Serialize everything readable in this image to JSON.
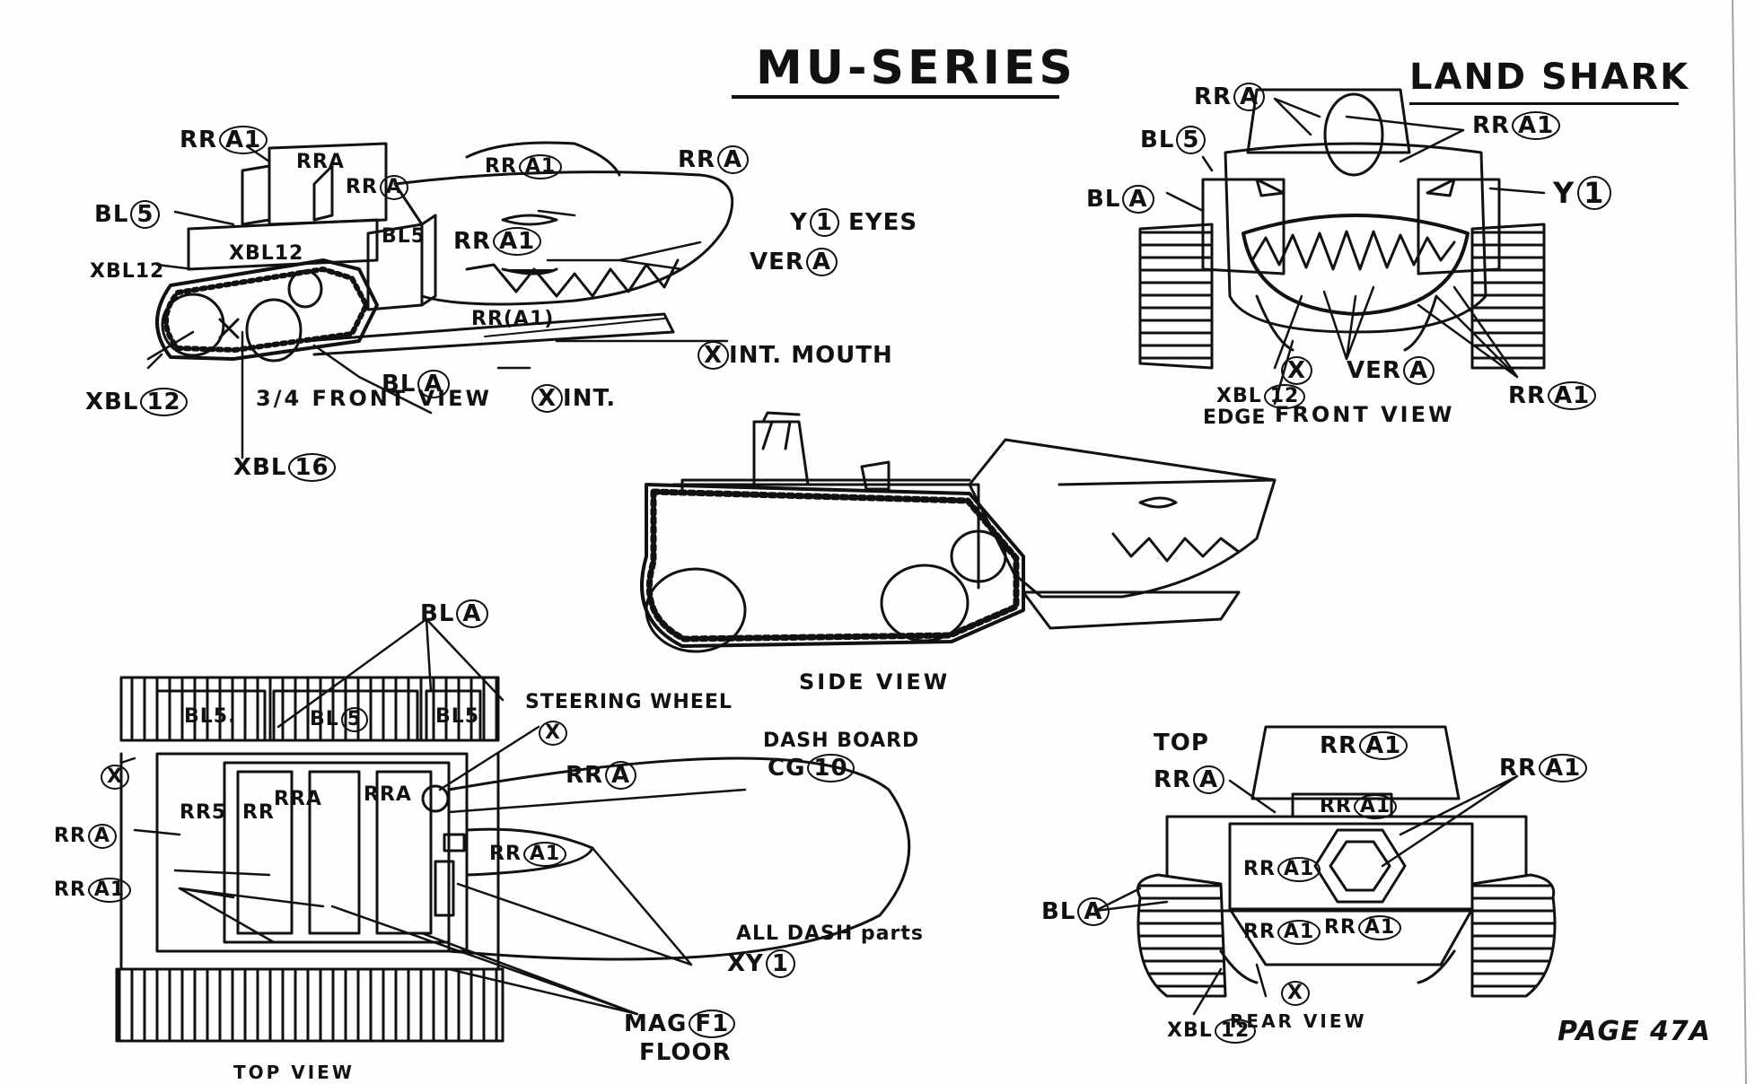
{
  "title": "MU-SERIES",
  "subtitle": "LAND SHARK",
  "page": "PAGE 47A",
  "views": {
    "three_quarter": "3/4 FRONT VIEW",
    "front": "FRONT VIEW",
    "side": "SIDE VIEW",
    "top": "TOP VIEW",
    "rear": "REAR VIEW"
  },
  "three_quarter_labels": {
    "rr_a1_top": "RR",
    "rr_a1_top_code": "A1",
    "rra_left": "RRA",
    "rr_a1_mid": "RR",
    "rr_a1_mid_code": "A1",
    "rr_a_right": "RR",
    "rr_a_right_code": "A",
    "rr_a_small": "RR",
    "rr_a_small_code": "A",
    "bl5": "BL",
    "bl5_code": "5",
    "xbl12_top": "XBL12",
    "xbl12_inner": "XBL12",
    "bl5_inner": "BL5",
    "rr_a1_body": "RR",
    "rr_a1_body_code": "A1",
    "y1eyes": "Y",
    "y1eyes_code": "1",
    "y1eyes_text": "EYES",
    "ver_a": "VER",
    "ver_a_code": "A",
    "rra1_lower": "RR(A1)",
    "x_int_mouth": "INT. MOUTH",
    "x_int_mouth_code": "X",
    "bl_a": "BL",
    "bl_a_code": "A",
    "x_int": "INT.",
    "x_int_code": "X",
    "xbl12_bottom": "XBL",
    "xbl12_bottom_code": "12",
    "xbl16": "XBL",
    "xbl16_code": "16"
  },
  "front_labels": {
    "rr_a": "RR",
    "rr_a_code": "A",
    "rr_a1": "RR",
    "rr_a1_code": "A1",
    "bl5": "BL",
    "bl5_code": "5",
    "bl_a": "BL",
    "bl_a_code": "A",
    "y1": "Y",
    "y1_code": "1",
    "x": "X",
    "ver_a": "VER",
    "ver_a_code": "A",
    "xbl12": "XBL",
    "xbl12_code": "12",
    "edge": "EDGE",
    "rr_a1_bottom": "RR",
    "rr_a1_bottom_code": "A1"
  },
  "top_labels": {
    "bl_a": "BL",
    "bl_a_code": "A",
    "bl5_left": "BL5.",
    "bl5_mid": "BL",
    "bl5_mid_code": "5",
    "bl5_right": "BL5",
    "steering_wheel": "STEERING WHEEL",
    "x_steer": "X",
    "x_left": "X",
    "dashboard": "DASH BOARD",
    "cg10": "CG",
    "cg10_code": "10",
    "rr_a_body": "RR",
    "rr_a_body_code": "A",
    "rr_a1_nose": "RR",
    "rr_a1_nose_code": "A1",
    "rr_a_left": "RR",
    "rr_a_left_code": "A",
    "rr_a1_left": "RR",
    "rr_a1_left_code": "A1",
    "rr_a_seat1": "RR5",
    "rr_a_seat2": "RR",
    "rr_a_seat3": "RRA",
    "rr_a_seat4": "RRA",
    "all_dash_parts": "ALL DASH parts",
    "xy1": "XY",
    "xy1_code": "1",
    "mag_f1": "MAG",
    "mag_f1_code": "F1",
    "floor": "FLOOR"
  },
  "rear_labels": {
    "top": "TOP",
    "top_rr": "RR",
    "top_rr_code": "A",
    "rr_a1_cap": "RR",
    "rr_a1_cap_code": "A1",
    "rr_a1_plate": "RR",
    "rr_a1_plate_code": "A1",
    "rr_a1_right": "RR",
    "rr_a1_right_code": "A1",
    "rr_a1_left": "RR",
    "rr_a1_left_code": "A1",
    "bl_a": "BL",
    "bl_a_code": "A",
    "rr_a1_low1": "RR",
    "rr_a1_low1_code": "A1",
    "rr_a1_low2": "RR",
    "rr_a1_low2_code": "A1",
    "x": "X",
    "xbl12": "XBL",
    "xbl12_code": "12"
  }
}
